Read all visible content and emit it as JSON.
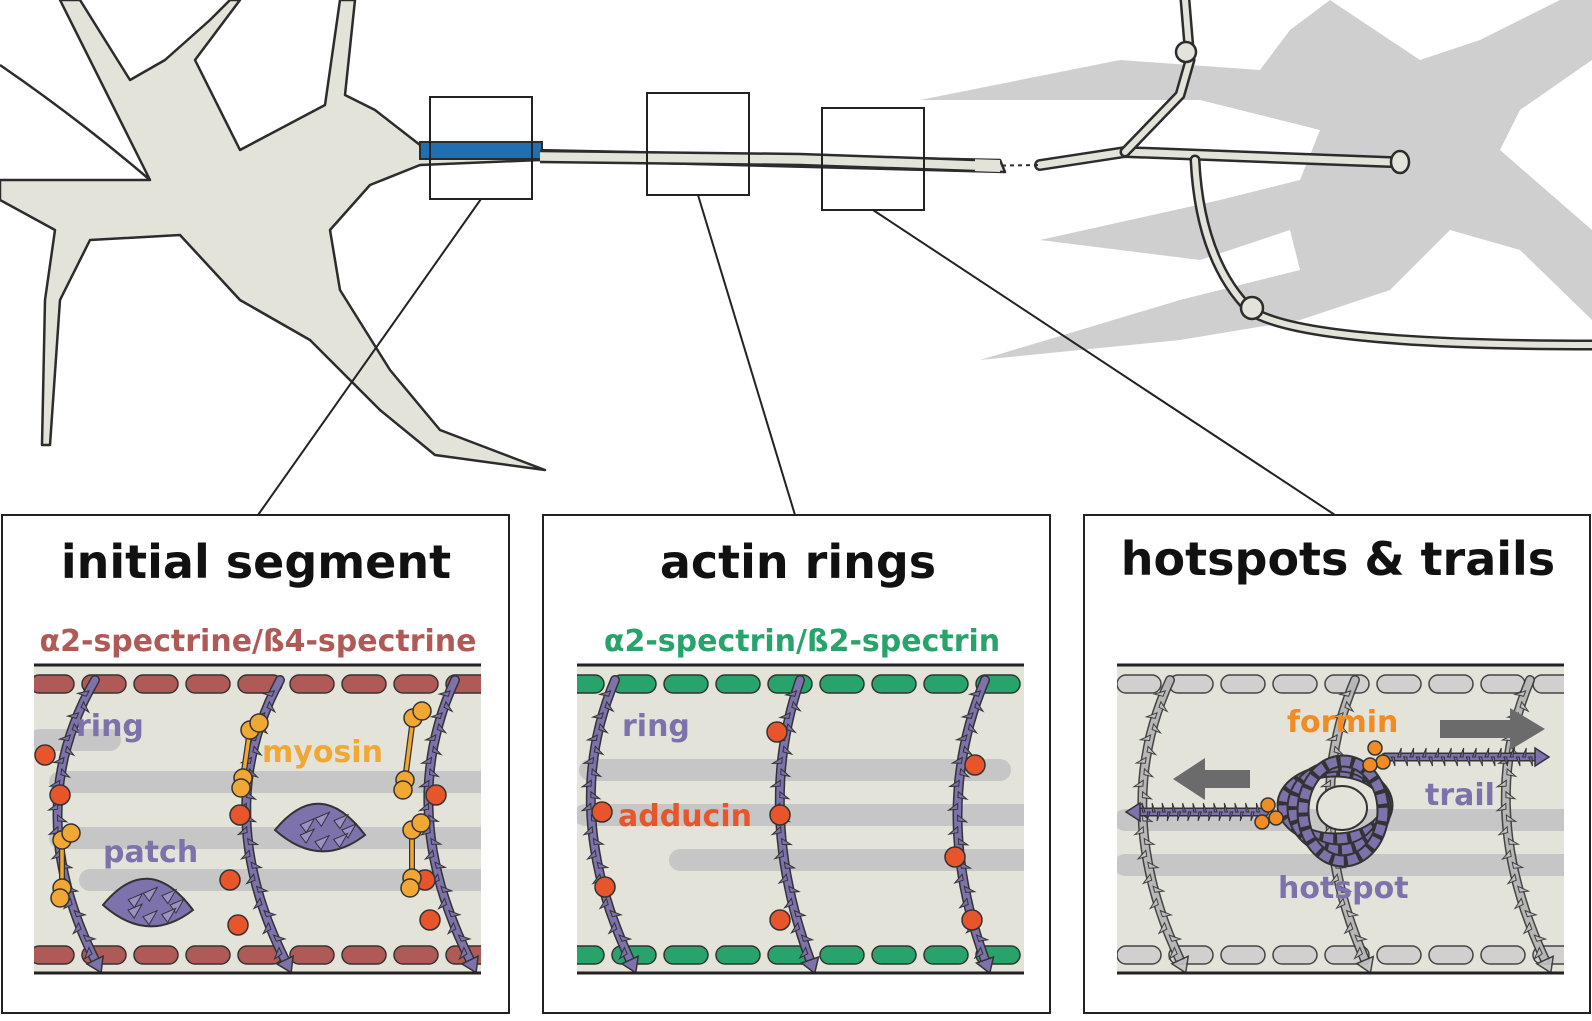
{
  "colors": {
    "neuron_fill": "#e4e3d9",
    "neuron_stroke": "#2c2c2c",
    "initial_segment": "#1f6fb2",
    "faded_neuron": "#cfcfcf",
    "actin": "#7d72ac",
    "spectrin_red": "#b05a57",
    "spectrin_green": "#27a36b",
    "adducin": "#e8552b",
    "myosin": "#f0a733",
    "formin": "#ef8c23",
    "background_filament": "#c6c6c6",
    "arrow": "#6b6b6b"
  },
  "panels": [
    {
      "id": "initial-segment",
      "title": "initial segment",
      "subtitle": "α2-spectrine/ß4-spectrine",
      "labels": {
        "ring": "ring",
        "myosin": "myosin",
        "patch": "patch"
      }
    },
    {
      "id": "actin-rings",
      "title": "actin rings",
      "subtitle": "α2-spectrin/ß2-spectrin",
      "labels": {
        "ring": "ring",
        "adducin": "adducin"
      }
    },
    {
      "id": "hotspots-trails",
      "title": "hotspots & trails",
      "labels": {
        "formin": "formin",
        "trail": "trail",
        "hotspot": "hotspot"
      }
    }
  ]
}
